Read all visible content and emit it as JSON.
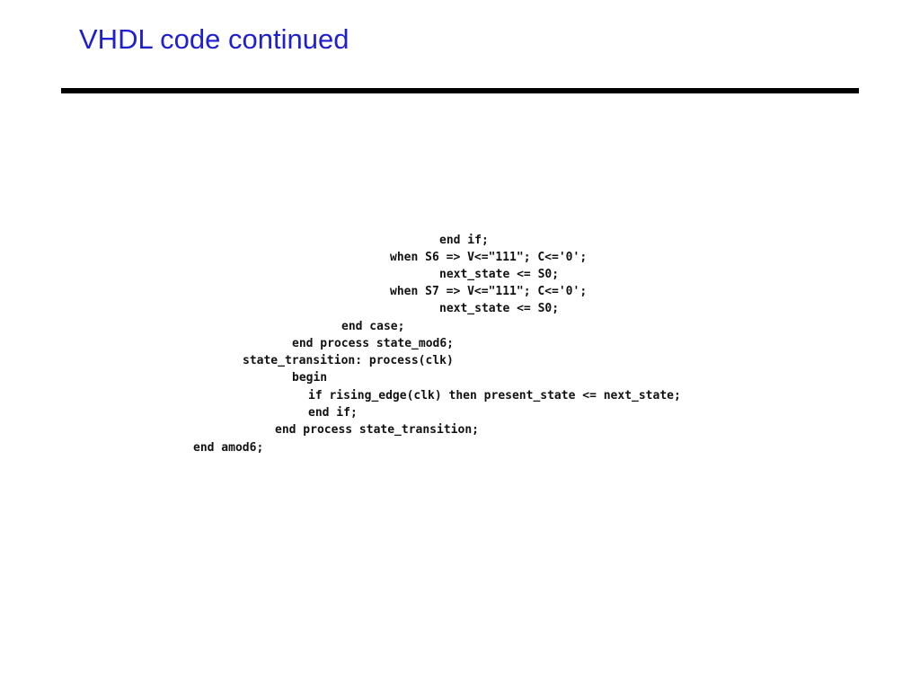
{
  "slide": {
    "title": "VHDL code continued"
  },
  "code": {
    "lines": [
      "end if;",
      "when S6 => V<=\"111\"; C<='0';",
      "next_state <= S0;",
      "when S7 => V<=\"111\"; C<='0';",
      "next_state <= S0;",
      "end case;",
      "end process state_mod6;",
      "state_transition: process(clk)",
      "begin",
      "if rising_edge(clk) then present_state <= next_state;",
      "end if;",
      "end process state_transition;",
      "end amod6;"
    ]
  }
}
